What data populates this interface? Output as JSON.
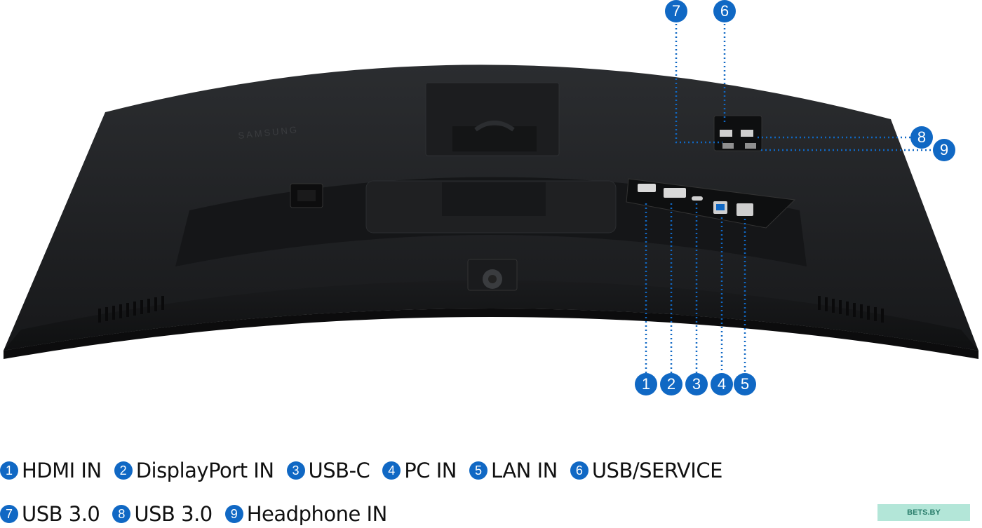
{
  "diagram": {
    "brand_mark": "SAMSUNG",
    "callouts": [
      {
        "number": "1",
        "label": "HDMI IN"
      },
      {
        "number": "2",
        "label": "DisplayPort IN"
      },
      {
        "number": "3",
        "label": "USB-C"
      },
      {
        "number": "4",
        "label": "PC IN"
      },
      {
        "number": "5",
        "label": "LAN IN"
      },
      {
        "number": "6",
        "label": "USB/SERVICE"
      },
      {
        "number": "7",
        "label": "USB 3.0"
      },
      {
        "number": "8",
        "label": "USB 3.0"
      },
      {
        "number": "9",
        "label": "Headphone IN"
      }
    ]
  },
  "watermark": {
    "text": "BETS.BY"
  },
  "colors": {
    "accent": "#1068c4",
    "body": "#1f2022",
    "text": "#111111"
  }
}
